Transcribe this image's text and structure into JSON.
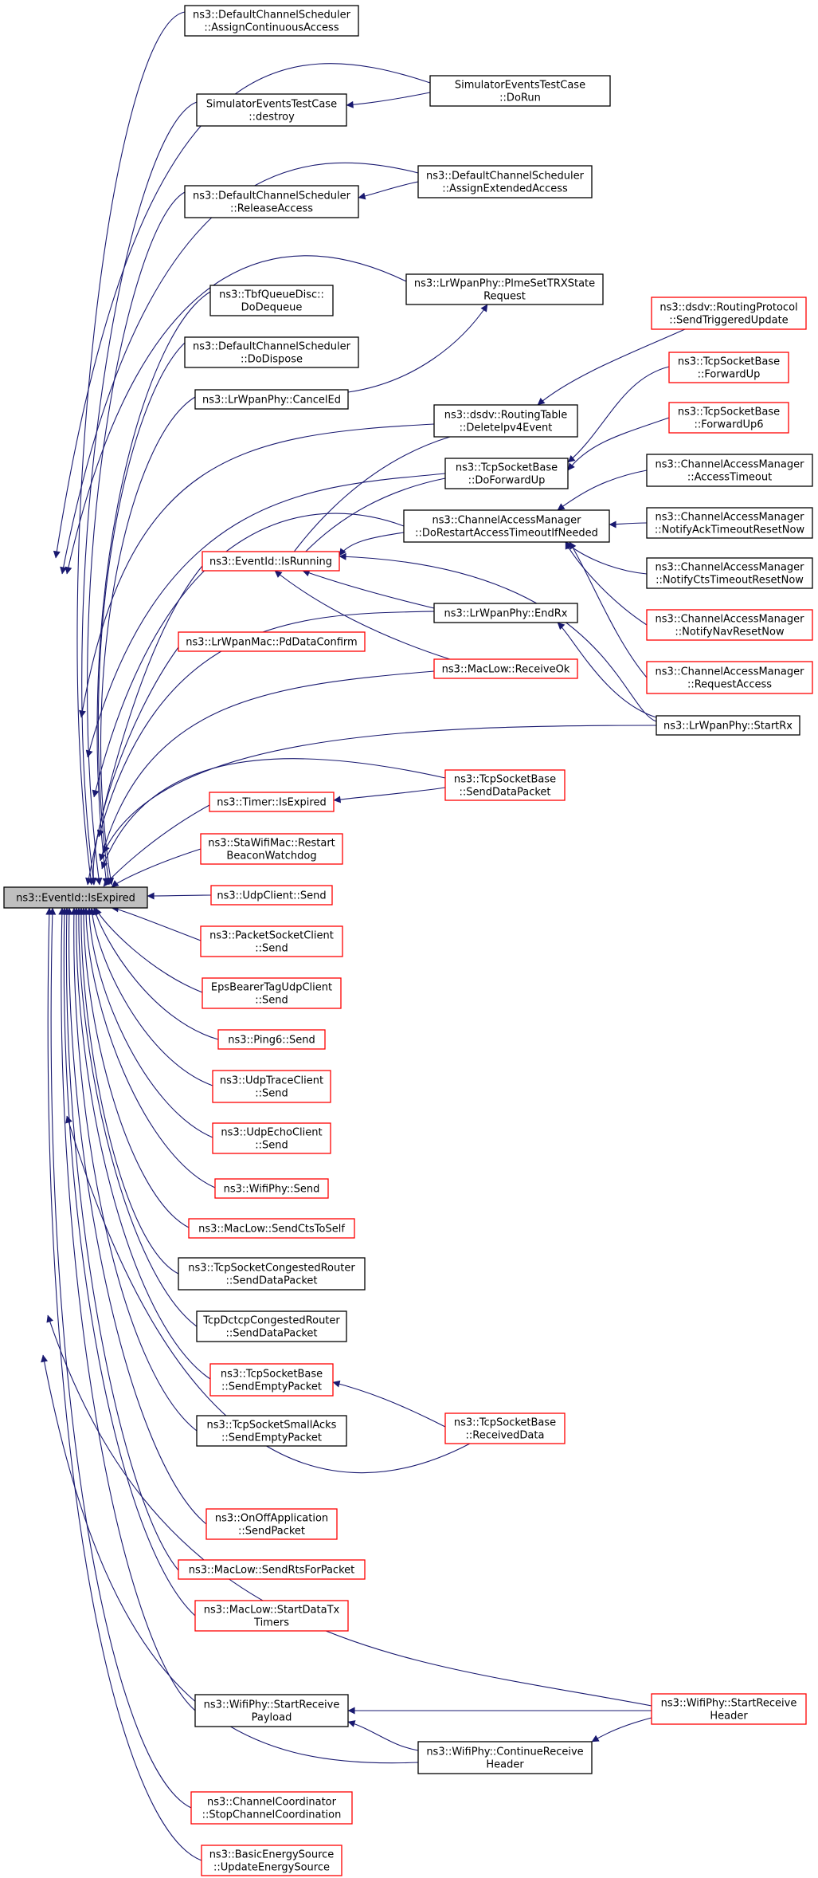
{
  "graph": {
    "title": "",
    "root": "n0",
    "nodes": [
      {
        "id": "n0",
        "lines": [
          "ns3::EventId::IsExpired"
        ],
        "style": "root"
      },
      {
        "id": "n1",
        "lines": [
          "ns3::DefaultChannelScheduler",
          "::AssignContinuousAccess"
        ],
        "style": "black"
      },
      {
        "id": "n2",
        "lines": [
          "SimulatorEventsTestCase",
          "::destroy"
        ],
        "style": "black"
      },
      {
        "id": "n3",
        "lines": [
          "SimulatorEventsTestCase",
          "::DoRun"
        ],
        "style": "black"
      },
      {
        "id": "n4",
        "lines": [
          "ns3::DefaultChannelScheduler",
          "::ReleaseAccess"
        ],
        "style": "black"
      },
      {
        "id": "n5",
        "lines": [
          "ns3::DefaultChannelScheduler",
          "::AssignExtendedAccess"
        ],
        "style": "black"
      },
      {
        "id": "n6",
        "lines": [
          "ns3::LrWpanPhy::PlmeSetTRXState",
          "Request"
        ],
        "style": "black"
      },
      {
        "id": "n7",
        "lines": [
          "ns3::TbfQueueDisc::",
          "DoDequeue"
        ],
        "style": "black"
      },
      {
        "id": "n8",
        "lines": [
          "ns3::DefaultChannelScheduler",
          "::DoDispose"
        ],
        "style": "black"
      },
      {
        "id": "n9",
        "lines": [
          "ns3::LrWpanPhy::CancelEd"
        ],
        "style": "black"
      },
      {
        "id": "n10",
        "lines": [
          "ns3::dsdv::RoutingProtocol",
          "::SendTriggeredUpdate"
        ],
        "style": "red"
      },
      {
        "id": "n11",
        "lines": [
          "ns3::TcpSocketBase",
          "::ForwardUp"
        ],
        "style": "red"
      },
      {
        "id": "n12",
        "lines": [
          "ns3::dsdv::RoutingTable",
          "::DeleteIpv4Event"
        ],
        "style": "black"
      },
      {
        "id": "n13",
        "lines": [
          "ns3::TcpSocketBase",
          "::ForwardUp6"
        ],
        "style": "red"
      },
      {
        "id": "n14",
        "lines": [
          "ns3::TcpSocketBase",
          "::DoForwardUp"
        ],
        "style": "black"
      },
      {
        "id": "n15",
        "lines": [
          "ns3::ChannelAccessManager",
          "::AccessTimeout"
        ],
        "style": "black"
      },
      {
        "id": "n16",
        "lines": [
          "ns3::ChannelAccessManager",
          "::DoRestartAccessTimeoutIfNeeded"
        ],
        "style": "black"
      },
      {
        "id": "n17",
        "lines": [
          "ns3::ChannelAccessManager",
          "::NotifyAckTimeoutResetNow"
        ],
        "style": "black"
      },
      {
        "id": "n18",
        "lines": [
          "ns3::EventId::IsRunning"
        ],
        "style": "red"
      },
      {
        "id": "n19",
        "lines": [
          "ns3::ChannelAccessManager",
          "::NotifyCtsTimeoutResetNow"
        ],
        "style": "black"
      },
      {
        "id": "n20",
        "lines": [
          "ns3::LrWpanPhy::EndRx"
        ],
        "style": "black"
      },
      {
        "id": "n21",
        "lines": [
          "ns3::ChannelAccessManager",
          "::NotifyNavResetNow"
        ],
        "style": "red"
      },
      {
        "id": "n22",
        "lines": [
          "ns3::LrWpanMac::PdDataConfirm"
        ],
        "style": "red"
      },
      {
        "id": "n23",
        "lines": [
          "ns3::MacLow::ReceiveOk"
        ],
        "style": "red"
      },
      {
        "id": "n24",
        "lines": [
          "ns3::ChannelAccessManager",
          "::RequestAccess"
        ],
        "style": "red"
      },
      {
        "id": "n25",
        "lines": [
          "ns3::LrWpanPhy::StartRx"
        ],
        "style": "black"
      },
      {
        "id": "n26",
        "lines": [
          "ns3::TcpSocketBase",
          "::SendDataPacket"
        ],
        "style": "red"
      },
      {
        "id": "n27",
        "lines": [
          "ns3::Timer::IsExpired"
        ],
        "style": "red"
      },
      {
        "id": "n28",
        "lines": [
          "ns3::StaWifiMac::Restart",
          "BeaconWatchdog"
        ],
        "style": "red"
      },
      {
        "id": "n29",
        "lines": [
          "ns3::UdpClient::Send"
        ],
        "style": "red"
      },
      {
        "id": "n30",
        "lines": [
          "ns3::PacketSocketClient",
          "::Send"
        ],
        "style": "red"
      },
      {
        "id": "n31",
        "lines": [
          "EpsBearerTagUdpClient",
          "::Send"
        ],
        "style": "red"
      },
      {
        "id": "n32",
        "lines": [
          "ns3::Ping6::Send"
        ],
        "style": "red"
      },
      {
        "id": "n33",
        "lines": [
          "ns3::UdpTraceClient",
          "::Send"
        ],
        "style": "red"
      },
      {
        "id": "n34",
        "lines": [
          "ns3::UdpEchoClient",
          "::Send"
        ],
        "style": "red"
      },
      {
        "id": "n35",
        "lines": [
          "ns3::WifiPhy::Send"
        ],
        "style": "red"
      },
      {
        "id": "n36",
        "lines": [
          "ns3::MacLow::SendCtsToSelf"
        ],
        "style": "red"
      },
      {
        "id": "n37",
        "lines": [
          "ns3::TcpSocketCongestedRouter",
          "::SendDataPacket"
        ],
        "style": "black"
      },
      {
        "id": "n38",
        "lines": [
          "TcpDctcpCongestedRouter",
          "::SendDataPacket"
        ],
        "style": "black"
      },
      {
        "id": "n39",
        "lines": [
          "ns3::TcpSocketBase",
          "::SendEmptyPacket"
        ],
        "style": "red"
      },
      {
        "id": "n40",
        "lines": [
          "ns3::TcpSocketSmallAcks",
          "::SendEmptyPacket"
        ],
        "style": "black"
      },
      {
        "id": "n41",
        "lines": [
          "ns3::TcpSocketBase",
          "::ReceivedData"
        ],
        "style": "red"
      },
      {
        "id": "n42",
        "lines": [
          "ns3::OnOffApplication",
          "::SendPacket"
        ],
        "style": "red"
      },
      {
        "id": "n43",
        "lines": [
          "ns3::MacLow::SendRtsForPacket"
        ],
        "style": "red"
      },
      {
        "id": "n44",
        "lines": [
          "ns3::MacLow::StartDataTx",
          "Timers"
        ],
        "style": "red"
      },
      {
        "id": "n45",
        "lines": [
          "ns3::WifiPhy::StartReceive",
          "Payload"
        ],
        "style": "black"
      },
      {
        "id": "n46",
        "lines": [
          "ns3::WifiPhy::StartReceive",
          "Header"
        ],
        "style": "red"
      },
      {
        "id": "n47",
        "lines": [
          "ns3::WifiPhy::ContinueReceive",
          "Header"
        ],
        "style": "black"
      },
      {
        "id": "n48",
        "lines": [
          "ns3::ChannelCoordinator",
          "::StopChannelCoordination"
        ],
        "style": "red"
      },
      {
        "id": "n49",
        "lines": [
          "ns3::BasicEnergySource",
          "::UpdateEnergySource"
        ],
        "style": "red"
      }
    ],
    "edges": [
      [
        "n1",
        "n0"
      ],
      [
        "n2",
        "n0"
      ],
      [
        "n3",
        "n0"
      ],
      [
        "n3",
        "n2"
      ],
      [
        "n4",
        "n0"
      ],
      [
        "n5",
        "n0"
      ],
      [
        "n5",
        "n4"
      ],
      [
        "n6",
        "n0"
      ],
      [
        "n7",
        "n0"
      ],
      [
        "n8",
        "n0"
      ],
      [
        "n9",
        "n0"
      ],
      [
        "n9",
        "n6"
      ],
      [
        "n12",
        "n0"
      ],
      [
        "n12",
        "n18"
      ],
      [
        "n10",
        "n12"
      ],
      [
        "n14",
        "n0"
      ],
      [
        "n14",
        "n18"
      ],
      [
        "n11",
        "n14"
      ],
      [
        "n13",
        "n14"
      ],
      [
        "n16",
        "n0"
      ],
      [
        "n16",
        "n18"
      ],
      [
        "n15",
        "n16"
      ],
      [
        "n17",
        "n16"
      ],
      [
        "n19",
        "n16"
      ],
      [
        "n21",
        "n16"
      ],
      [
        "n24",
        "n16"
      ],
      [
        "n18",
        "n0"
      ],
      [
        "n20",
        "n0"
      ],
      [
        "n20",
        "n18"
      ],
      [
        "n25",
        "n0"
      ],
      [
        "n25",
        "n18"
      ],
      [
        "n25",
        "n20"
      ],
      [
        "n22",
        "n0"
      ],
      [
        "n23",
        "n0"
      ],
      [
        "n23",
        "n18"
      ],
      [
        "n26",
        "n0"
      ],
      [
        "n26",
        "n27"
      ],
      [
        "n27",
        "n0"
      ],
      [
        "n28",
        "n0"
      ],
      [
        "n29",
        "n0"
      ],
      [
        "n30",
        "n0"
      ],
      [
        "n31",
        "n0"
      ],
      [
        "n32",
        "n0"
      ],
      [
        "n33",
        "n0"
      ],
      [
        "n34",
        "n0"
      ],
      [
        "n35",
        "n0"
      ],
      [
        "n36",
        "n0"
      ],
      [
        "n37",
        "n0"
      ],
      [
        "n38",
        "n0"
      ],
      [
        "n39",
        "n0"
      ],
      [
        "n40",
        "n0"
      ],
      [
        "n41",
        "n0"
      ],
      [
        "n41",
        "n39"
      ],
      [
        "n42",
        "n0"
      ],
      [
        "n43",
        "n0"
      ],
      [
        "n44",
        "n0"
      ],
      [
        "n45",
        "n0"
      ],
      [
        "n46",
        "n0"
      ],
      [
        "n46",
        "n45"
      ],
      [
        "n47",
        "n0"
      ],
      [
        "n47",
        "n45"
      ],
      [
        "n46",
        "n47"
      ],
      [
        "n48",
        "n0"
      ],
      [
        "n49",
        "n0"
      ]
    ]
  }
}
